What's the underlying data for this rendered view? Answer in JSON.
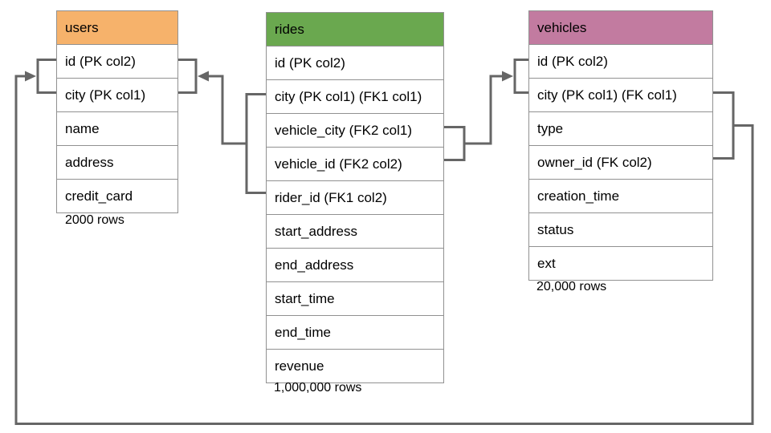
{
  "diagram": {
    "title": "database schema diagram",
    "line_color": "#666666",
    "tables": [
      {
        "name": "users",
        "header_color": "#F6B26B",
        "columns": [
          "id (PK col2)",
          "city (PK col1)",
          "name",
          "address",
          "credit_card"
        ],
        "row_count": "2000 rows"
      },
      {
        "name": "rides",
        "header_color": "#6AA84F",
        "columns": [
          "id (PK col2)",
          "city (PK col1) (FK1 col1)",
          "vehicle_city (FK2 col1)",
          "vehicle_id (FK2 col2)",
          "rider_id (FK1 col2)",
          "start_address",
          "end_address",
          "start_time",
          "end_time",
          "revenue"
        ],
        "row_count": "1,000,000 rows"
      },
      {
        "name": "vehicles",
        "header_color": "#C27BA0",
        "columns": [
          "id (PK col2)",
          "city (PK col1) (FK col1)",
          "type",
          "owner_id (FK col2)",
          "creation_time",
          "status",
          "ext"
        ],
        "row_count": "20,000 rows"
      }
    ],
    "relationships": [
      {
        "from_table": "rides",
        "from_columns": [
          "city (PK col1) (FK1 col1)",
          "rider_id (FK1 col2)"
        ],
        "to_table": "users",
        "to_columns": [
          "id (PK col2)",
          "city (PK col1)"
        ]
      },
      {
        "from_table": "rides",
        "from_columns": [
          "vehicle_city (FK2 col1)",
          "vehicle_id (FK2 col2)"
        ],
        "to_table": "vehicles",
        "to_columns": [
          "id (PK col2)",
          "city (PK col1) (FK col1)"
        ]
      },
      {
        "from_table": "vehicles",
        "from_columns": [
          "city (PK col1) (FK col1)",
          "owner_id (FK col2)"
        ],
        "to_table": "users",
        "to_columns": [
          "id (PK col2)",
          "city (PK col1)"
        ]
      }
    ]
  }
}
